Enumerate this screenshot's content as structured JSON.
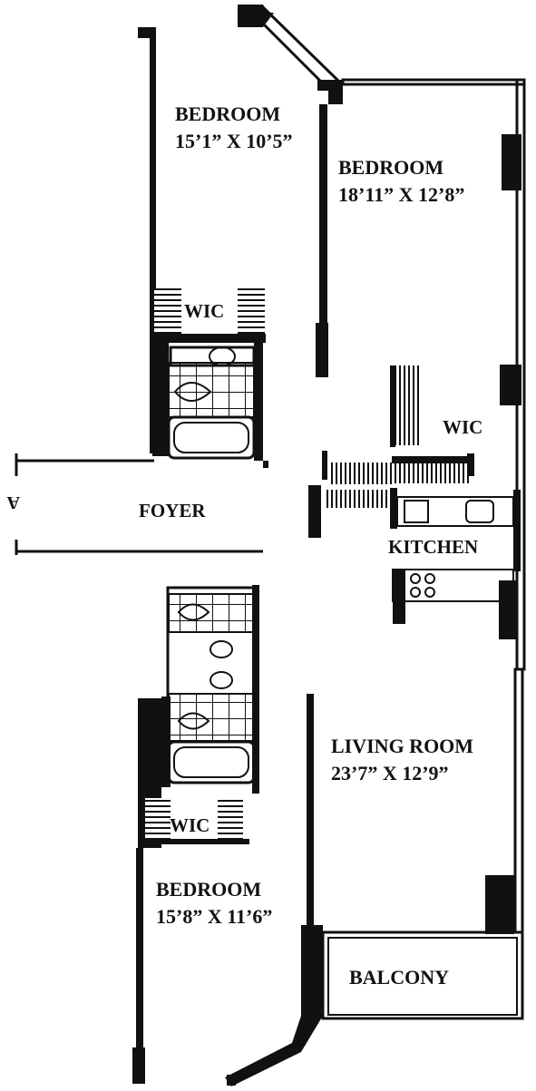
{
  "rooms": {
    "bedroom_top_left": {
      "name": "BEDROOM",
      "dims": "15’1” X 10’5”"
    },
    "bedroom_top_right": {
      "name": "BEDROOM",
      "dims": "18’11” X 12’8”"
    },
    "wic_top_left": {
      "name": "WIC"
    },
    "wic_right": {
      "name": "WIC"
    },
    "foyer": {
      "name": "FOYER"
    },
    "kitchen": {
      "name": "KITCHEN"
    },
    "living_room": {
      "name": "LIVING ROOM",
      "dims": "23’7” X 12’9”"
    },
    "wic_bottom": {
      "name": "WIC"
    },
    "bedroom_bottom": {
      "name": "BEDROOM",
      "dims": "15’8” X 11’6”"
    },
    "balcony": {
      "name": "BALCONY"
    }
  },
  "entry_marker": "A"
}
